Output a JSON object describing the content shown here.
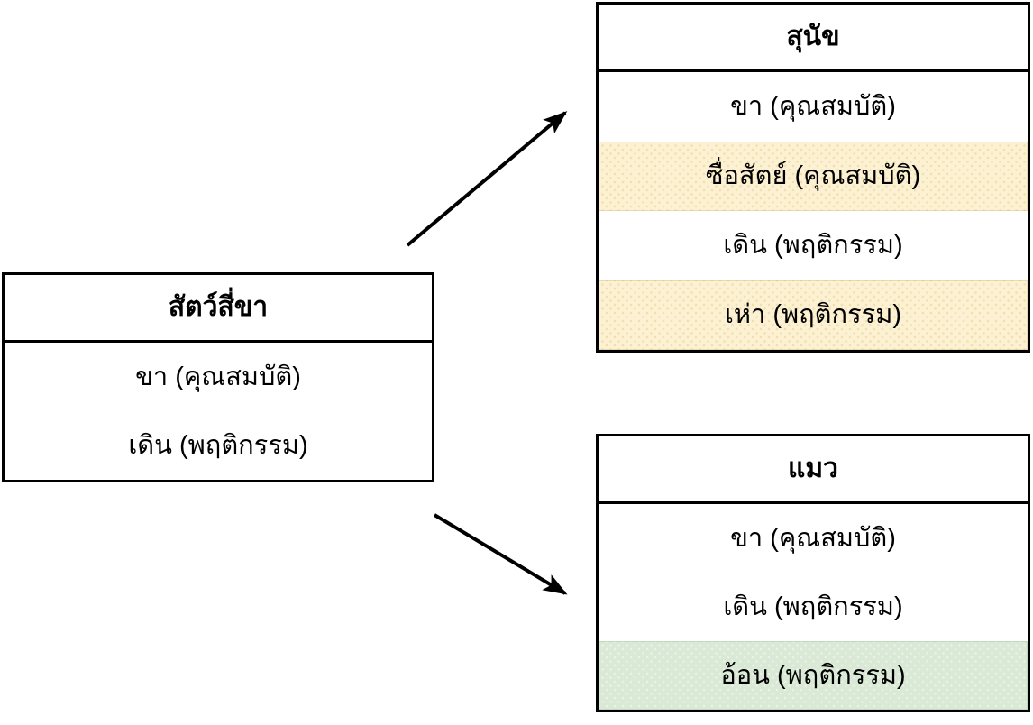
{
  "diagram": {
    "parent": {
      "title": "สัตว์สี่ขา",
      "rows": [
        {
          "text": "ขา (คุณสมบัติ)",
          "highlight": "none"
        },
        {
          "text": "เดิน (พฤติกรรม)",
          "highlight": "none"
        }
      ]
    },
    "dog": {
      "title": "สุนัข",
      "rows": [
        {
          "text": "ขา (คุณสมบัติ)",
          "highlight": "none"
        },
        {
          "text": "ซื่อสัตย์ (คุณสมบัติ)",
          "highlight": "yellow"
        },
        {
          "text": "เดิน (พฤติกรรม)",
          "highlight": "none"
        },
        {
          "text": "เห่า (พฤติกรรม)",
          "highlight": "yellow"
        }
      ]
    },
    "cat": {
      "title": "แมว",
      "rows": [
        {
          "text": "ขา (คุณสมบัติ)",
          "highlight": "none"
        },
        {
          "text": "เดิน (พฤติกรรม)",
          "highlight": "none"
        },
        {
          "text": "อ้อน (พฤติกรรม)",
          "highlight": "green"
        }
      ]
    },
    "arrows": [
      {
        "from": "parent",
        "to": "dog"
      },
      {
        "from": "parent",
        "to": "cat"
      }
    ],
    "colors": {
      "highlight_yellow": "#fcf1d3",
      "highlight_green": "#d9e9d5",
      "border": "#000000"
    }
  }
}
